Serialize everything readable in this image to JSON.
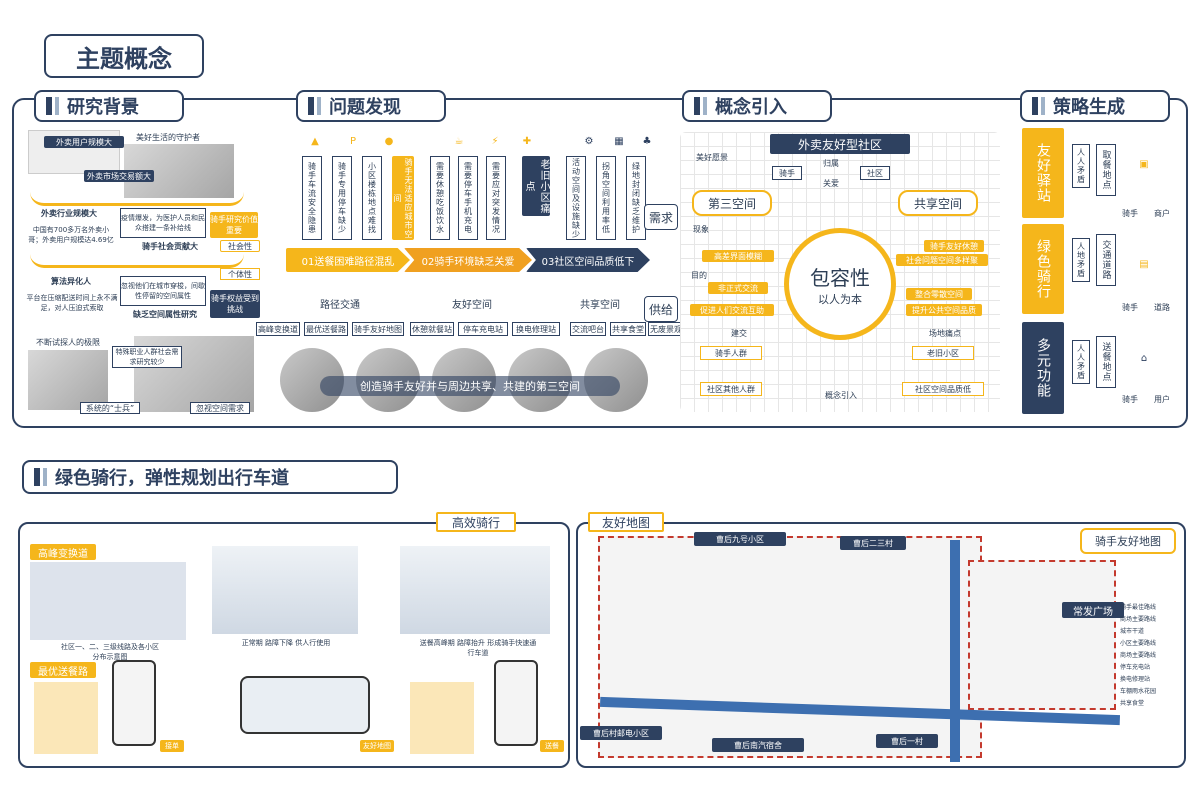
{
  "main_title": "主题概念",
  "sections": {
    "background": "研究背景",
    "problems": "问题发现",
    "concept": "概念引入",
    "strategy": "策略生成",
    "cycling": "绿色骑行，弹性规划出行车道"
  },
  "background": {
    "items": [
      "外卖用户规模大",
      "美好生活的守护者",
      "外卖市场交易额大",
      "外卖行业规模大",
      "中国有700多万名外卖小哥；外卖用户规模达4.69亿",
      "疫情爆发，为医护人员和民众搭建一条补给线",
      "骑手社会贡献大",
      "骑手研究价值重要",
      "社会性",
      "个体性",
      "算法异化人",
      "平台在压缩配送时间上永不满足，对人压迫式索取",
      "忽视他们在城市穿梭，间歇性停留的空间属性",
      "缺乏空间属性研究",
      "骑手权益受到挑战",
      "不断试探人的极限",
      "特殊职业人群社会需求研究较少",
      "系统的“士兵”",
      "忽视空间需求"
    ]
  },
  "problems": {
    "columns": [
      "骑手车流安全隐患",
      "骑手专用停车缺少",
      "小区楼栋地点难找",
      "骑手无法适应城市空间",
      "需要休憩吃饭饮水",
      "需要停车手机充电",
      "需要应对突发情况",
      "老旧小区痛点",
      "活动空间及设施缺少",
      "拐角空间利用率低",
      "绿地封闭缺乏维护"
    ],
    "arrows": [
      "01送餐困难路径混乱",
      "02骑手环境缺乏关爱",
      "03社区空间品质低下"
    ],
    "demand": "需求",
    "supply": "供给",
    "groups": [
      "路径交通",
      "友好空间",
      "共享空间"
    ],
    "group_items": [
      "高峰变换道",
      "最优送餐路",
      "骑手友好地图",
      "休憩就餐站",
      "停车充电站",
      "换电修理站",
      "交流吧台",
      "共享食堂",
      "无废景观"
    ],
    "banner": "创造骑手友好并与周边共享、共建的第三空间"
  },
  "concept": {
    "title": "外卖友好型社区",
    "labels": [
      "美好愿景",
      "归属",
      "关爱",
      "骑手",
      "社区",
      "第三空间",
      "共享空间",
      "现象",
      "高差界面模糊",
      "目的",
      "非正式交流",
      "促进人们交流互助",
      "建交",
      "骑手人群",
      "社区其他人群",
      "包容性",
      "以人为本",
      "骑手友好休憩",
      "社会问题空间多样聚",
      "整合零散空间",
      "提升公共空间品质",
      "场地痛点",
      "老旧小区",
      "社区空间品质低",
      "概念引入"
    ]
  },
  "strategy": {
    "cards": [
      "友好驿站",
      "绿色骑行",
      "多元功能"
    ],
    "conflicts": [
      "人人矛盾",
      "人地矛盾",
      "人人矛盾"
    ],
    "places": [
      "取餐地点",
      "交通道路",
      "送餐地点"
    ],
    "legend": [
      "骑手",
      "商户",
      "骑手",
      "道路",
      "骑手",
      "用户"
    ]
  },
  "cycling": {
    "efficient": "高效骑行",
    "friendly_map": "友好地图",
    "peak_lane": "高峰变换道",
    "best_route": "最优送餐路",
    "captions": [
      "社区一、二、三级线路及各小区分布示意图",
      "正常期 路障下降 供人行使用",
      "送餐高峰期 路障抬升 形成骑手快速通行车道"
    ],
    "tags": [
      "接单",
      "友好地图",
      "送餐"
    ],
    "map_title": "骑手友好地图",
    "places": [
      "曹后九号小区",
      "曹后二三村",
      "常发广场",
      "曹后村邮电小区",
      "曹后南汽宿舍",
      "曹后一村"
    ],
    "legend": [
      "骑手最佳路线",
      "商场主要路线",
      "城市干道",
      "小区主要路线",
      "商场主要路线",
      "停车充电站",
      "换电修理站",
      "车棚雨水花园",
      "共享食堂"
    ]
  },
  "colors": {
    "navy": "#2e4160",
    "yellow": "#f5b61b",
    "blue": "#3d6fb0",
    "teal": "#4aa7a4"
  }
}
